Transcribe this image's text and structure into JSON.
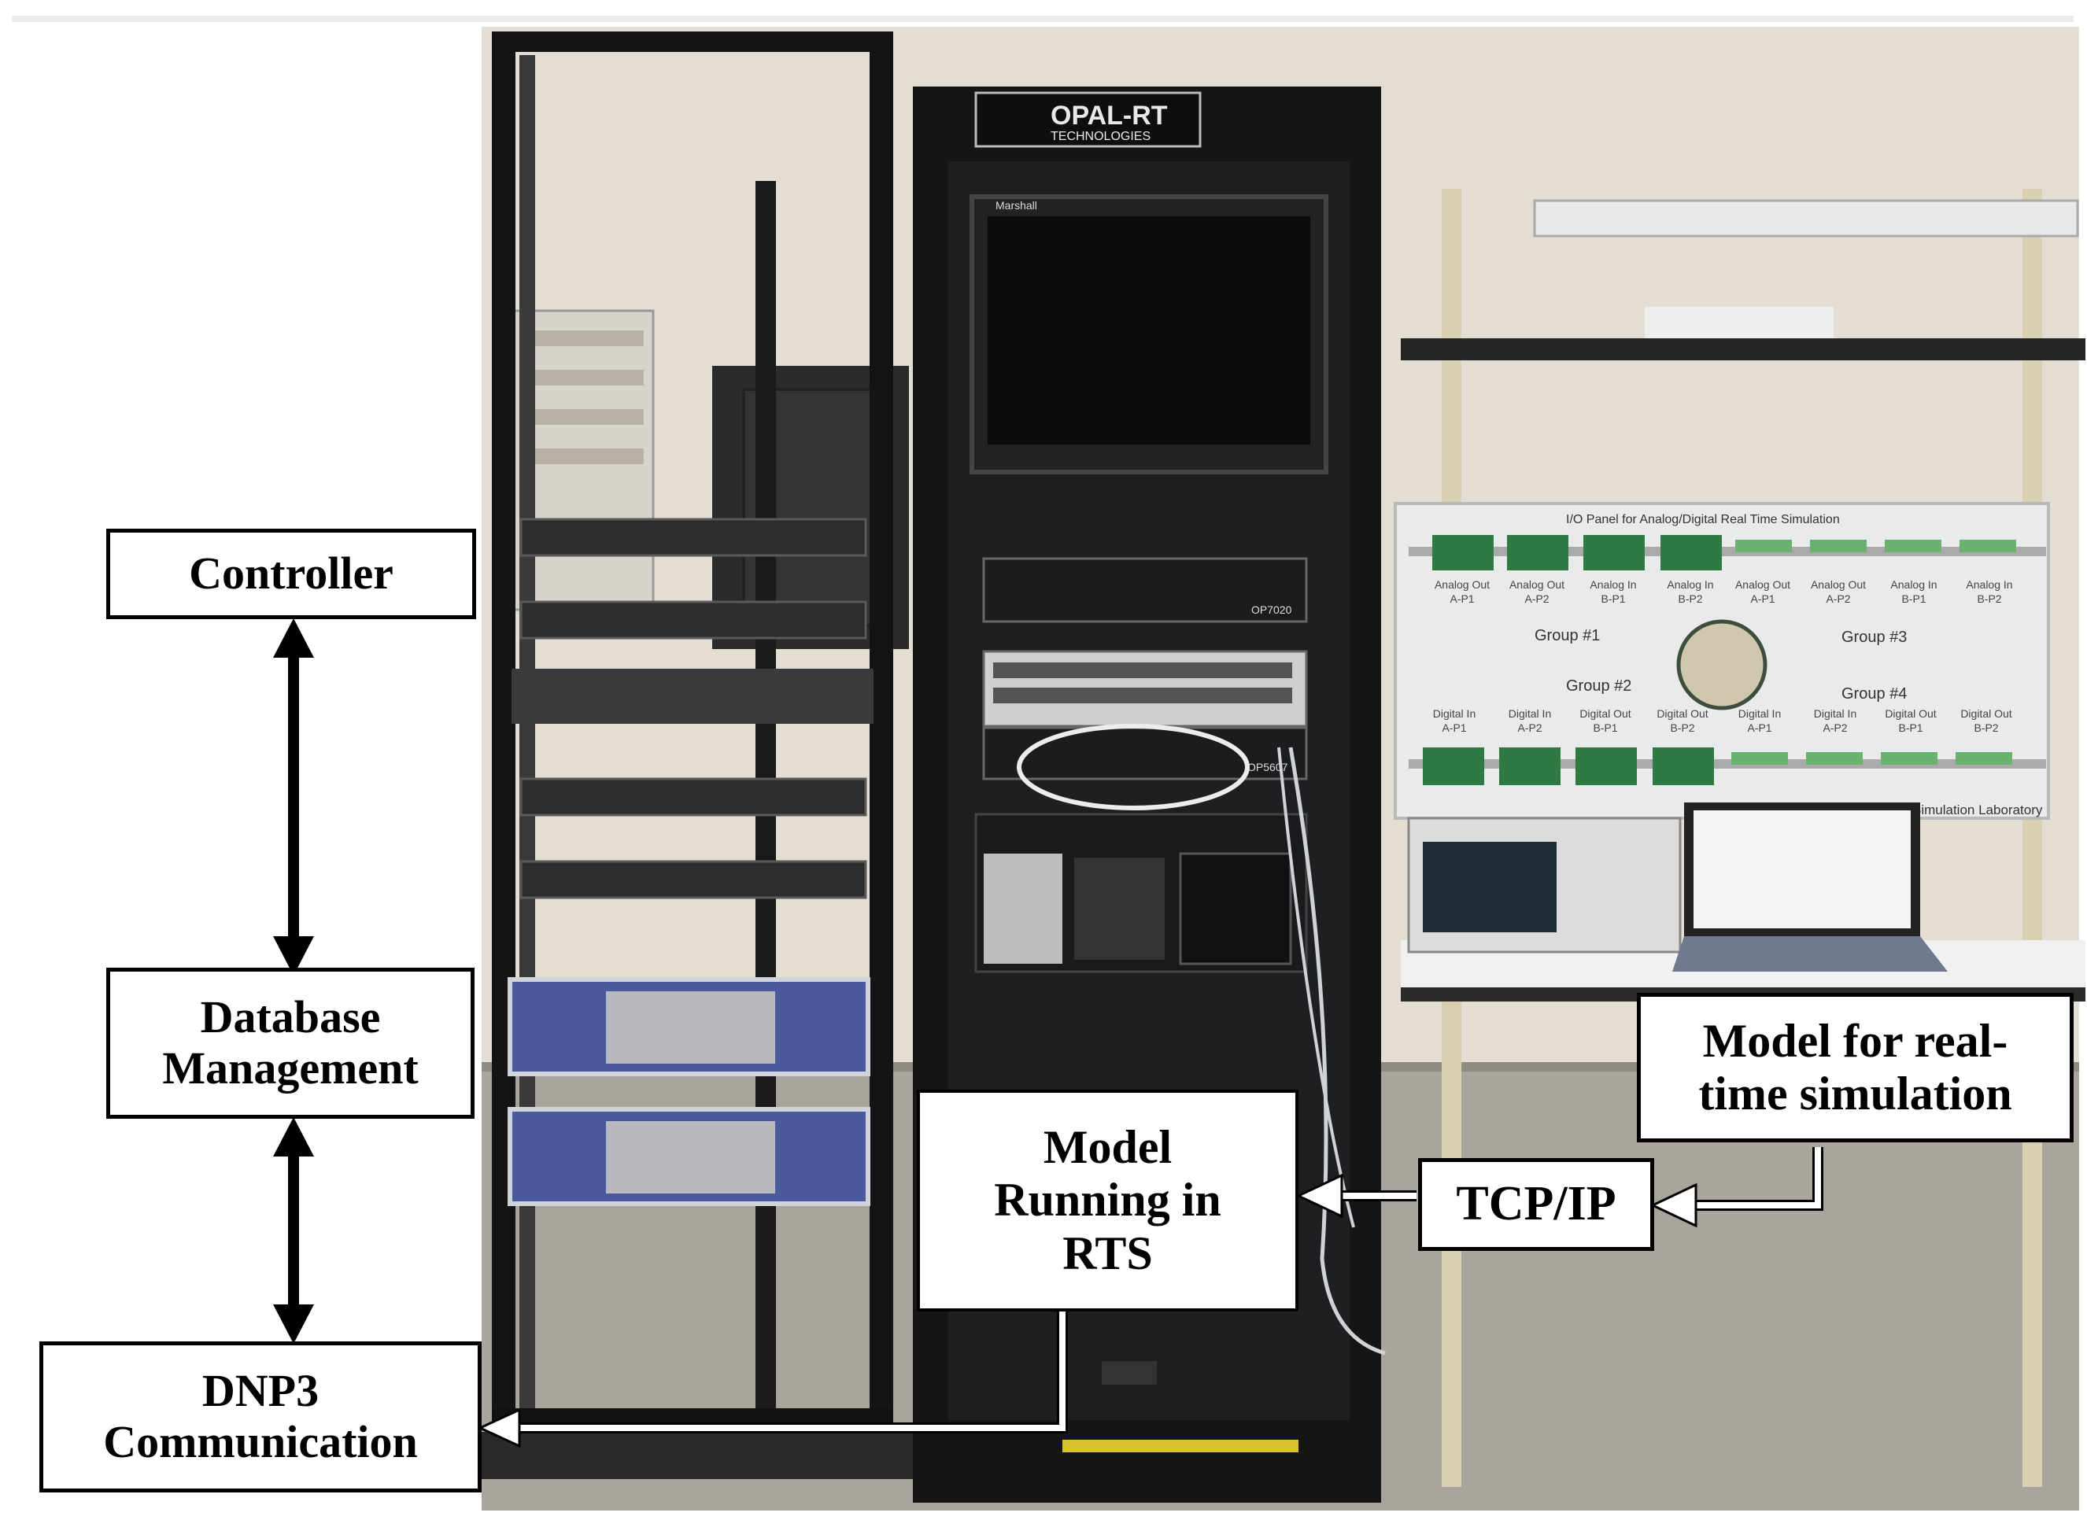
{
  "labels": {
    "controller": "Controller",
    "database_line1": "Database",
    "database_line2": "Management",
    "dnp3_line1": "DNP3",
    "dnp3_line2": "Communication",
    "model_running_line1": "Model",
    "model_running_line2": "Running in",
    "model_running_line3": "RTS",
    "model_realtime_line1": "Model for real-",
    "model_realtime_line2": "time simulation",
    "tcpip": "TCP/IP"
  },
  "photo_text": {
    "opal_brand": "OPAL-RT",
    "opal_sub": "TECHNOLOGIES",
    "monitor_brand": "Marshall",
    "unit_model_1": "OP7020",
    "unit_model_2": "OP5607",
    "panel_title": "I/O Panel for Analog/Digital Real Time Simulation",
    "panel_footer": "Simulation Laboratory",
    "group1": "Group #1",
    "group2": "Group #2",
    "group3": "Group #3",
    "group4": "Group #4",
    "top_row": [
      "Analog Out A-P1",
      "Analog Out A-P2",
      "Analog In B-P1",
      "Analog In B-P2",
      "Analog Out A-P1",
      "Analog Out A-P2",
      "Analog In B-P1",
      "Analog In B-P2"
    ],
    "bottom_row": [
      "Digital In A-P1",
      "Digital In A-P2",
      "Digital Out B-P1",
      "Digital Out B-P2",
      "Digital In A-P1",
      "Digital In A-P2",
      "Digital Out B-P1",
      "Digital Out B-P2"
    ]
  }
}
